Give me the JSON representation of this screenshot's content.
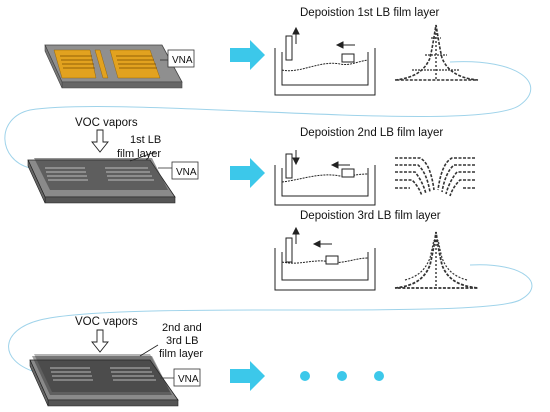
{
  "steps": {
    "step1_title": "Depoistion 1st LB film layer",
    "step2_title": "Depoistion 2nd LB film layer",
    "step3_title": "Depoistion 3rd LB film layer"
  },
  "device": {
    "vna_label": "VNA"
  },
  "annotations": {
    "voc_vapors": "VOC vapors",
    "first_layer_line1": "1st LB",
    "first_layer_line2": "film layer",
    "second_third_line1": "2nd and",
    "second_third_line2": "3rd LB",
    "second_third_line3": "film layer"
  },
  "colors": {
    "flow_arrow": "#3cc8ea",
    "flow_curve": "#9fd3ea",
    "electrode": "#e2a21f",
    "substrate": "#9a9a9a",
    "film_dark": "#3a3a3a"
  },
  "icons": {
    "flow_arrow": "right-arrow-icon",
    "vapor_arrow": "down-arrow-icon",
    "continuation": "ellipsis-dots-icon"
  }
}
